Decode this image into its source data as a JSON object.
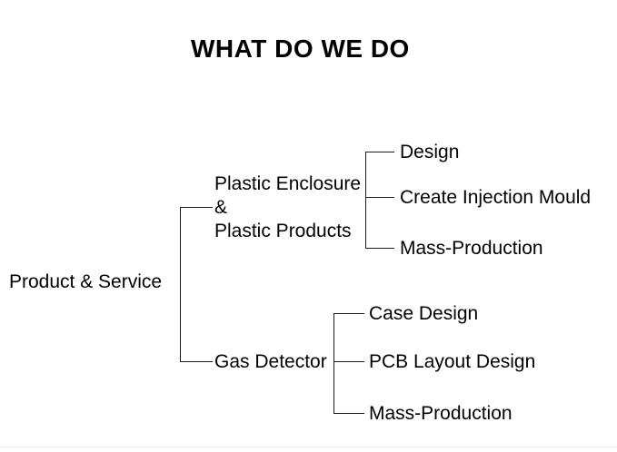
{
  "title": "WHAT DO WE DO",
  "colors": {
    "background": "#ffffff",
    "text": "#000000",
    "line": "#1c1c1c"
  },
  "tree": {
    "root": "Product & Service",
    "branches": [
      {
        "label_lines": [
          "Plastic Enclosure",
          "&",
          "Plastic Products"
        ],
        "children": [
          "Design",
          "Create Injection Mould",
          "Mass-Production"
        ]
      },
      {
        "label": "Gas Detector",
        "children": [
          "Case Design",
          "PCB Layout Design",
          "Mass-Production"
        ]
      }
    ]
  }
}
